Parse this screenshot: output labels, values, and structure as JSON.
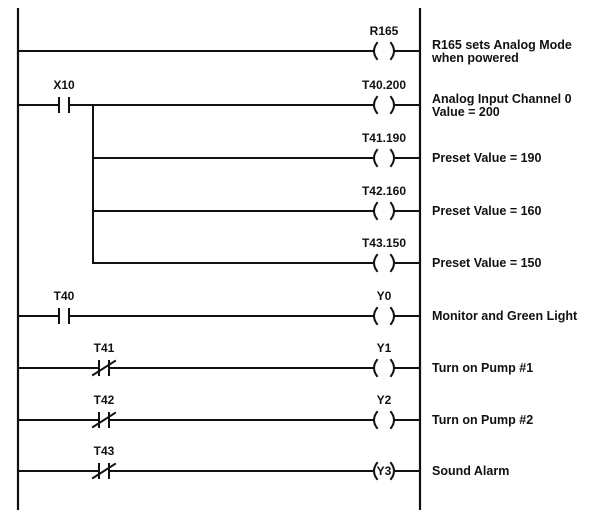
{
  "rungs": [
    {
      "contact": null,
      "coil": "R165",
      "comment": [
        "R165 sets Analog Mode",
        "when powered"
      ]
    },
    {
      "contact": {
        "label": "X10",
        "type": "NO"
      },
      "coil": "T40.200",
      "comment": [
        "Analog Input Channel 0",
        "Value = 200"
      ]
    },
    {
      "contact": null,
      "coil": "T41.190",
      "comment": [
        "Preset Value = 190"
      ]
    },
    {
      "contact": null,
      "coil": "T42.160",
      "comment": [
        "Preset Value = 160"
      ]
    },
    {
      "contact": null,
      "coil": "T43.150",
      "comment": [
        "Preset Value = 150"
      ]
    },
    {
      "contact": {
        "label": "T40",
        "type": "NO"
      },
      "coil": "Y0",
      "comment": [
        "Monitor and Green Light"
      ]
    },
    {
      "contact": {
        "label": "T41",
        "type": "NC"
      },
      "coil": "Y1",
      "comment": [
        "Turn on Pump #1"
      ]
    },
    {
      "contact": {
        "label": "T42",
        "type": "NC"
      },
      "coil": "Y2",
      "comment": [
        "Turn on Pump #2"
      ]
    },
    {
      "contact": {
        "label": "T43",
        "type": "NC"
      },
      "coil": "Y3",
      "comment": [
        "Sound Alarm"
      ]
    }
  ]
}
